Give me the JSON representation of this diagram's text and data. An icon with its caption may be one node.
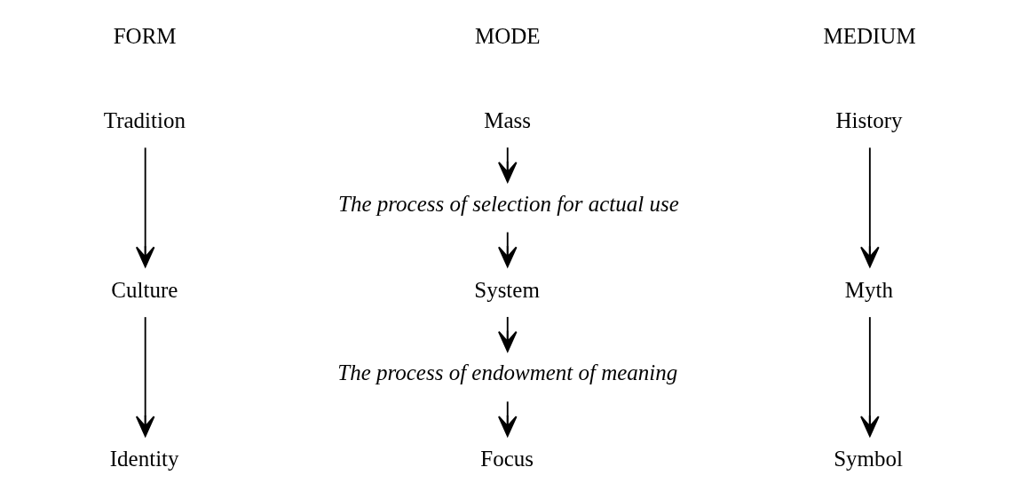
{
  "diagram": {
    "nodes": [
      {
        "text": [
          "Tradition"
        ]
      },
      {
        "text": [
          "Culture"
        ]
      },
      {
        "text": [
          "Identity"
        ]
      },
      {
        "text": [
          "Mass"
        ]
      },
      {
        "text": [
          "The process of selection for actual use"
        ]
      },
      {
        "text": [
          "System"
        ]
      },
      {
        "text": [
          "The process of endowment of meaning"
        ]
      },
      {
        "text": [
          "Focus"
        ]
      },
      {
        "text": [
          "History"
        ]
      },
      {
        "text": [
          "Myth"
        ]
      },
      {
        "text": [
          "Symbol"
        ]
      }
    ],
    "edges": [
      {
        "from": 0,
        "to": 1,
        "arrow": "to"
      },
      {
        "from": 1,
        "to": 2,
        "arrow": "to"
      },
      {
        "from": 3,
        "to": 4,
        "arrow": "to"
      },
      {
        "from": 4,
        "to": 5,
        "arrow": "to"
      },
      {
        "from": 5,
        "to": 6,
        "arrow": "to"
      },
      {
        "from": 6,
        "to": 7,
        "arrow": "to"
      },
      {
        "from": 8,
        "to": 9,
        "arrow": "to"
      },
      {
        "from": 9,
        "to": 10,
        "arrow": "to"
      }
    ],
    "labels": [
      "FORM",
      "MODE",
      "MEDIUM"
    ]
  }
}
